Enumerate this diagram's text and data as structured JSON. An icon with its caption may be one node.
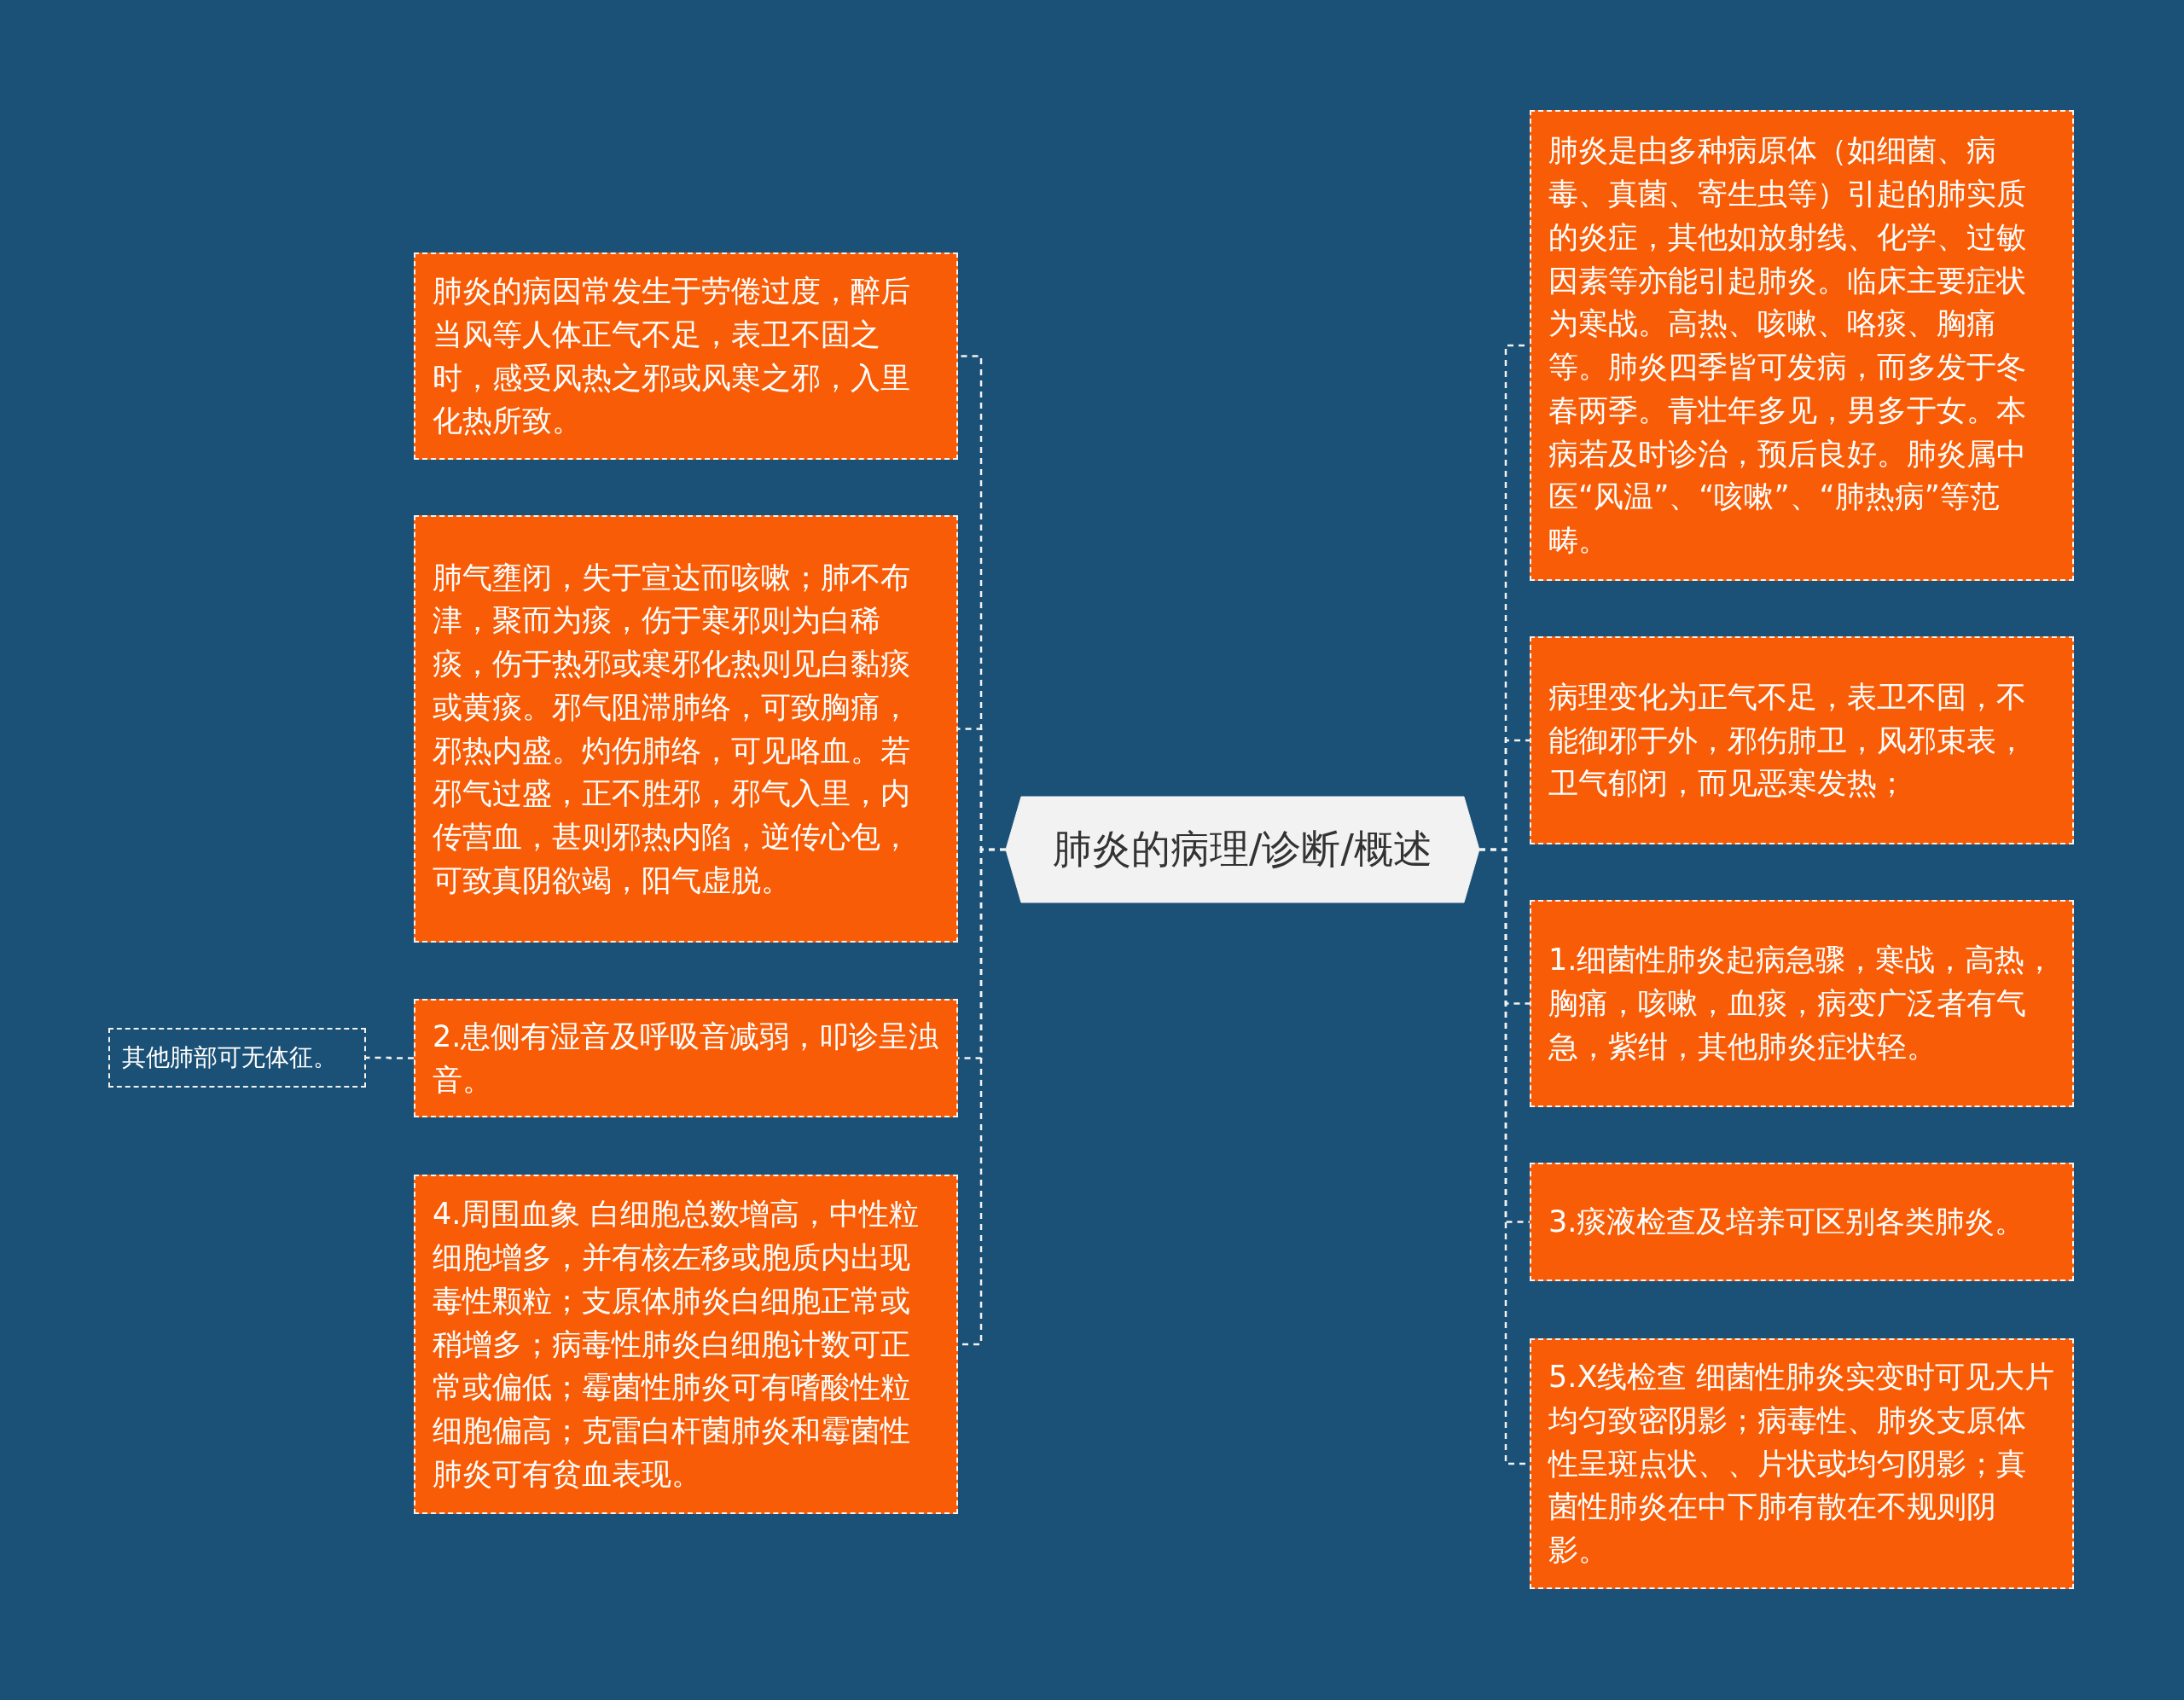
{
  "diagram": {
    "nodes": [
      {
        "text": [
          "肺炎的病理/诊断/概述"
        ]
      },
      {
        "text": [
          "肺炎的病因常发生于劳倦过度，醉后当风等人体正气不足，表卫不固之时，感受风热之邪或风寒之邪，入里化热所致。"
        ]
      },
      {
        "text": [
          "肺气壅闭，失于宣达而咳嗽；肺不布津，聚而为痰，伤于寒邪则为白稀痰，伤于热邪或寒邪化热则见白黏痰或黄痰。邪气阻滞肺络，可致胸痛，邪热内盛。灼伤肺络，可见咯血。若邪气过盛，正不胜邪，邪气入里，内传营血，甚则邪热内陷，逆传心包，可致真阴欲竭，阳气虚脱。"
        ]
      },
      {
        "text": [
          "2.患侧有湿音及呼吸音减弱，叩诊呈浊音。"
        ]
      },
      {
        "text": [
          "4.周围血象 白细胞总数增高，中性粒细胞增多，并有核左移或胞质内出现毒性颗粒；支原体肺炎白细胞正常或稍增多；病毒性肺炎白细胞计数可正常或偏低；霉菌性肺炎可有嗜酸性粒细胞偏高；克雷白杆菌肺炎和霉菌性肺炎可有贫血表现。"
        ]
      },
      {
        "text": [
          "其他肺部可无体征。"
        ]
      },
      {
        "text": [
          "肺炎是由多种病原体（如细菌、病毒、真菌、寄生虫等）引起的肺实质的炎症，其他如放射线、化学、过敏因素等亦能引起肺炎。临床主要症状为寒战。高热、咳嗽、咯痰、胸痛等。肺炎四季皆可发病，而多发于冬春两季。青壮年多见，男多于女。本病若及时诊治，预后良好。肺炎属中医“风温”、“咳嗽”、“肺热病”等范畴。"
        ]
      },
      {
        "text": [
          "病理变化为正气不足，表卫不固，不能御邪于外，邪伤肺卫，风邪束表，卫气郁闭，而见恶寒发热；"
        ]
      },
      {
        "text": [
          "1.细菌性肺炎起病急骤，寒战，高热，胸痛，咳嗽，血痰，病变广泛者有气急，紫绀，其他肺炎症状轻。"
        ]
      },
      {
        "text": [
          "3.痰液检查及培养可区别各类肺炎。"
        ]
      },
      {
        "text": [
          "5.X线检查 细菌性肺炎实变时可见大片均匀致密阴影；病毒性、肺炎支原体性呈斑点状、、片状或均匀阴影；真菌性肺炎在中下肺有散在不规则阴影。"
        ]
      }
    ],
    "edges": [
      {
        "from": 0,
        "to": 1,
        "arrow": "none",
        "style": "dashed"
      },
      {
        "from": 0,
        "to": 2,
        "arrow": "none",
        "style": "dashed"
      },
      {
        "from": 0,
        "to": 3,
        "arrow": "none",
        "style": "dashed"
      },
      {
        "from": 0,
        "to": 4,
        "arrow": "none",
        "style": "dashed"
      },
      {
        "from": 3,
        "to": 5,
        "arrow": "none",
        "style": "dashed"
      },
      {
        "from": 0,
        "to": 6,
        "arrow": "none",
        "style": "dashed"
      },
      {
        "from": 0,
        "to": 7,
        "arrow": "none",
        "style": "dashed"
      },
      {
        "from": 0,
        "to": 8,
        "arrow": "none",
        "style": "dashed"
      },
      {
        "from": 0,
        "to": 9,
        "arrow": "none",
        "style": "dashed"
      },
      {
        "from": 0,
        "to": 10,
        "arrow": "none",
        "style": "dashed"
      }
    ]
  }
}
